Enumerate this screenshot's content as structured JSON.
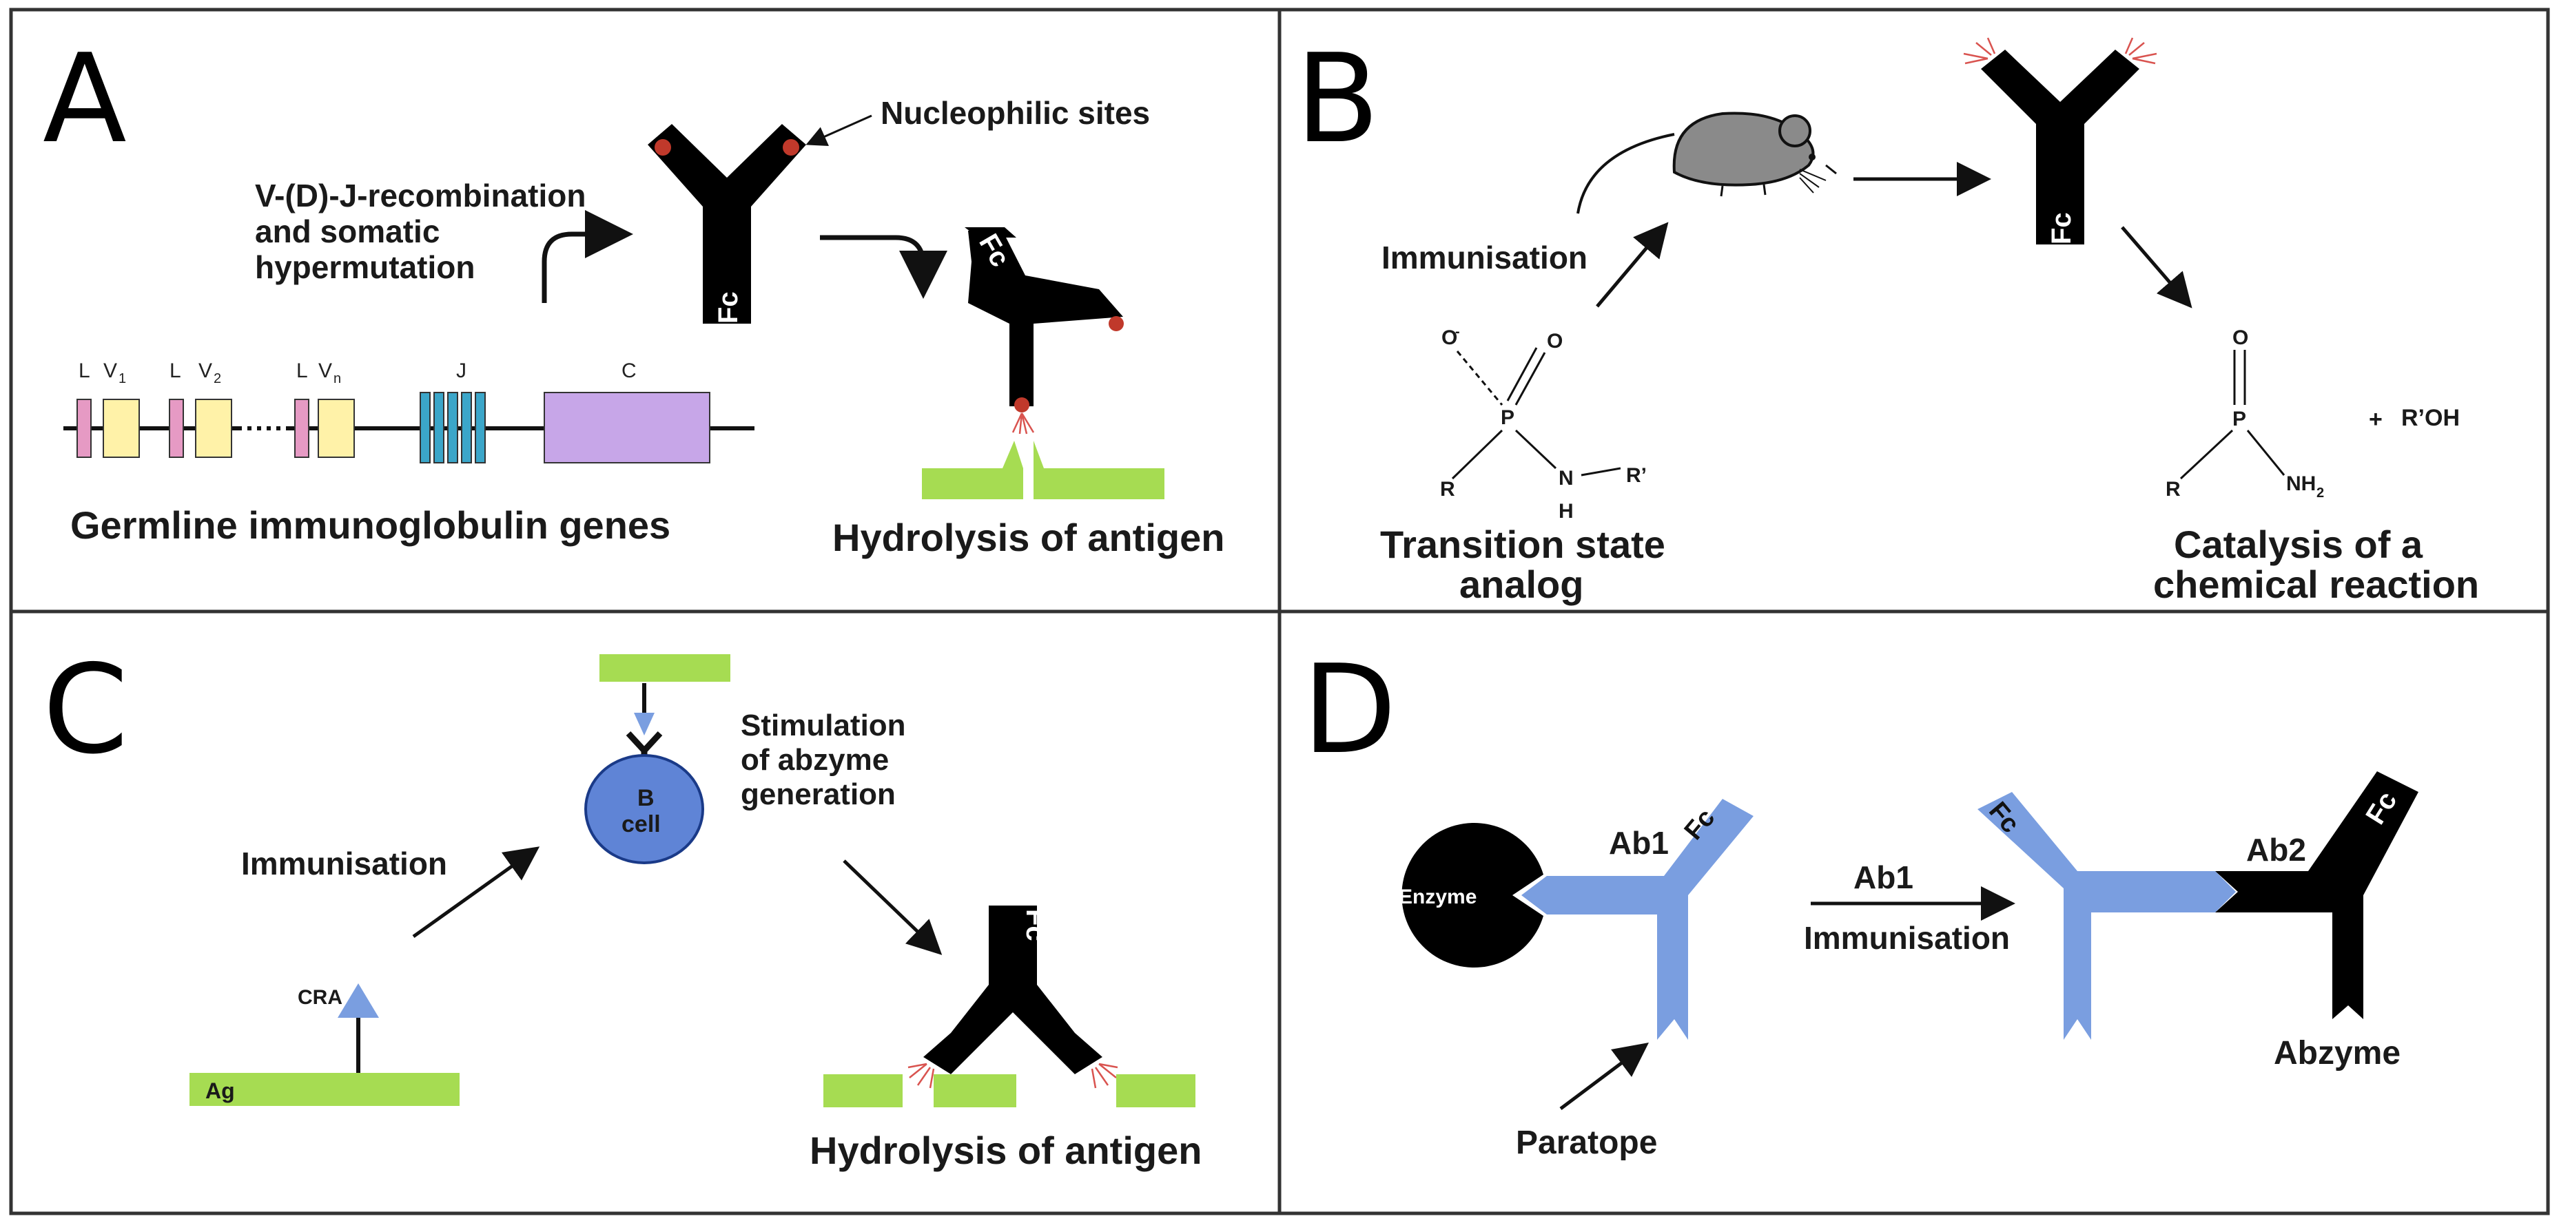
{
  "colors": {
    "antibody": "#000000",
    "blue": "#7a9ee0",
    "green": "#a6dc52",
    "bcell": "#5f84d6",
    "nucleophile": "#c0392b",
    "lightpink": "#e69ac4",
    "yellow": "#fff2a8",
    "cyan": "#3ba6c9",
    "purple": "#c7a6e8"
  },
  "panels": {
    "a": {
      "letter": "A",
      "nucleophilic_sites": "Nucleophilic sites",
      "recombination": [
        "V-(D)-J-recombination",
        "and somatic",
        "hypermutation"
      ],
      "fc": "Fc",
      "gene_labels": {
        "l1": "L",
        "v1": "V",
        "v1_sub": "1",
        "l2": "L",
        "v2": "V",
        "v2_sub": "2",
        "l3": "L",
        "vn": "V",
        "vn_sub": "n",
        "j": "J",
        "c": "C"
      },
      "germline": "Germline immunoglobulin genes",
      "hydrolysis": "Hydrolysis of antigen"
    },
    "b": {
      "letter": "B",
      "immunisation": "Immunisation",
      "fc": "Fc",
      "tsa": {
        "o_minus": "O",
        "o_minus_sup": "-",
        "o": "O",
        "p": "P",
        "r": "R",
        "n": "N",
        "h": "H",
        "r_prime": "R’"
      },
      "tsa_caption": [
        "Transition state",
        "analog"
      ],
      "product": {
        "o": "O",
        "p": "P",
        "r": "R",
        "nh2": "NH",
        "nh2_sub": "2",
        "plus": "+",
        "roh": "R’OH"
      },
      "catalysis_caption": [
        "Catalysis of a",
        "chemical reaction"
      ]
    },
    "c": {
      "letter": "C",
      "bcell": [
        "B",
        "cell"
      ],
      "stimulation": [
        "Stimulation",
        "of abzyme",
        "generation"
      ],
      "immunisation": "Immunisation",
      "cra": "CRA",
      "ag": "Ag",
      "fc": "Fc",
      "hydrolysis": "Hydrolysis of antigen"
    },
    "d": {
      "letter": "D",
      "enzyme": "Enzyme",
      "ab1": "Ab1",
      "fc_blue1": "Fc",
      "paratope": "Paratope",
      "arrow_ab1": "Ab1",
      "arrow_immunisation": "Immunisation",
      "fc_blue2": "Fc",
      "ab2": "Ab2",
      "fc_black": "Fc",
      "abzyme": "Abzyme"
    }
  }
}
